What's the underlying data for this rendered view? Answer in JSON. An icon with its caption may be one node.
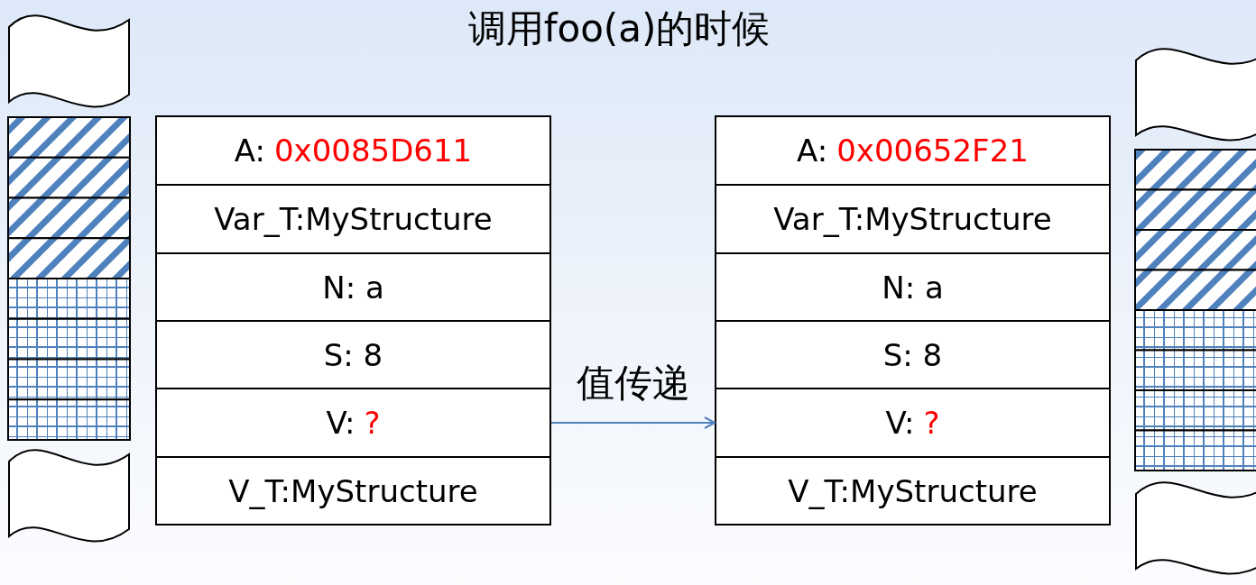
{
  "diagram": {
    "title": "调用foo(a)的时候",
    "nodes": [
      {
        "text": [
          "A:",
          "0x0085D611"
        ]
      },
      {
        "text": [
          "Var_T:MyStructure"
        ]
      },
      {
        "text": [
          "N: a"
        ]
      },
      {
        "text": [
          "S: 8"
        ]
      },
      {
        "text": [
          "V:",
          "?"
        ]
      },
      {
        "text": [
          "V_T:MyStructure"
        ]
      },
      {
        "text": [
          "A:",
          "0x00652F21"
        ]
      },
      {
        "text": [
          "Var_T:MyStructure"
        ]
      },
      {
        "text": [
          "N: a"
        ]
      },
      {
        "text": [
          "S: 8"
        ]
      },
      {
        "text": [
          "V:",
          "?"
        ]
      },
      {
        "text": [
          "V_T:MyStructure"
        ]
      }
    ],
    "edges": [
      {
        "from": 4,
        "to": 10,
        "arrow": "to",
        "label": "值传递",
        "color": "#4f81bd"
      }
    ]
  }
}
